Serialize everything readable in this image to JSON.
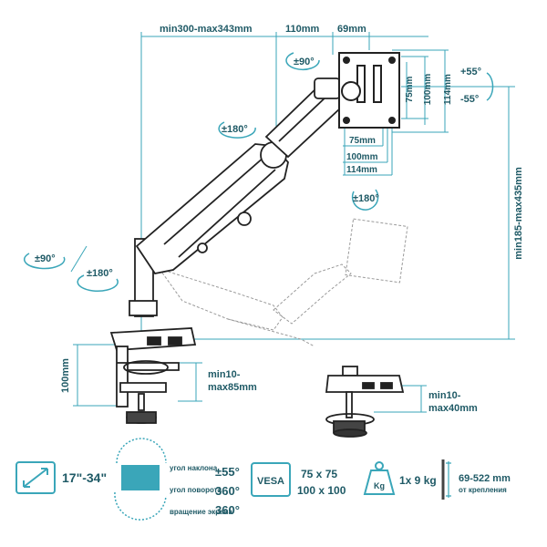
{
  "dims": {
    "top_reach": "min300-max343mm",
    "segment_110": "110mm",
    "segment_69": "69mm",
    "vesa_h_75": "75mm",
    "vesa_h_100": "100mm",
    "vesa_h_114": "114mm",
    "vesa_w_75": "75mm",
    "vesa_w_100": "100mm",
    "vesa_w_114": "114mm",
    "tilt_up": "+55°",
    "tilt_down": "-55°",
    "swivel_head": "±90°",
    "rot_arm": "±180°",
    "rot_head": "±180°",
    "left_swivel": "±90°",
    "left_rot": "±180°",
    "height_range": "min185-max435mm",
    "base_height": "100mm",
    "clamp_range": "min10-",
    "clamp_range2": "max85mm",
    "grommet_range": "min10-",
    "grommet_range2": "max40mm"
  },
  "specs": {
    "screen_size": "17\"-34\"",
    "tilt_label": "угол наклона",
    "tilt_value": "±55°",
    "rotate_label": "угол поворота",
    "rotate_value": "360°",
    "swivel_label": "вращение экрана",
    "swivel_value": "360°",
    "vesa_badge": "VESA",
    "vesa_sizes_1": "75 x 75",
    "vesa_sizes_2": "100 x 100",
    "weight_badge": "Kg",
    "weight_value": "1x 9 kg",
    "reach_value": "69-522 mm",
    "reach_label": "от крепления"
  },
  "colors": {
    "accent": "#3aa6b9",
    "text": "#1f5a66",
    "ink": "#222222"
  }
}
